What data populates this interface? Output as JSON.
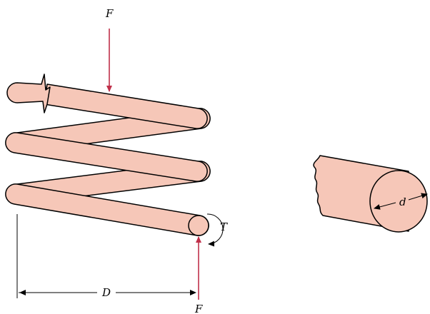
{
  "labels": {
    "force_top": "F",
    "force_bottom": "F",
    "torque": "T",
    "coil_diameter": "D",
    "wire_diameter": "d"
  },
  "colors": {
    "spring_fill": "#f6c7b8",
    "force_arrow": "#c0304a",
    "outline": "#000000"
  }
}
